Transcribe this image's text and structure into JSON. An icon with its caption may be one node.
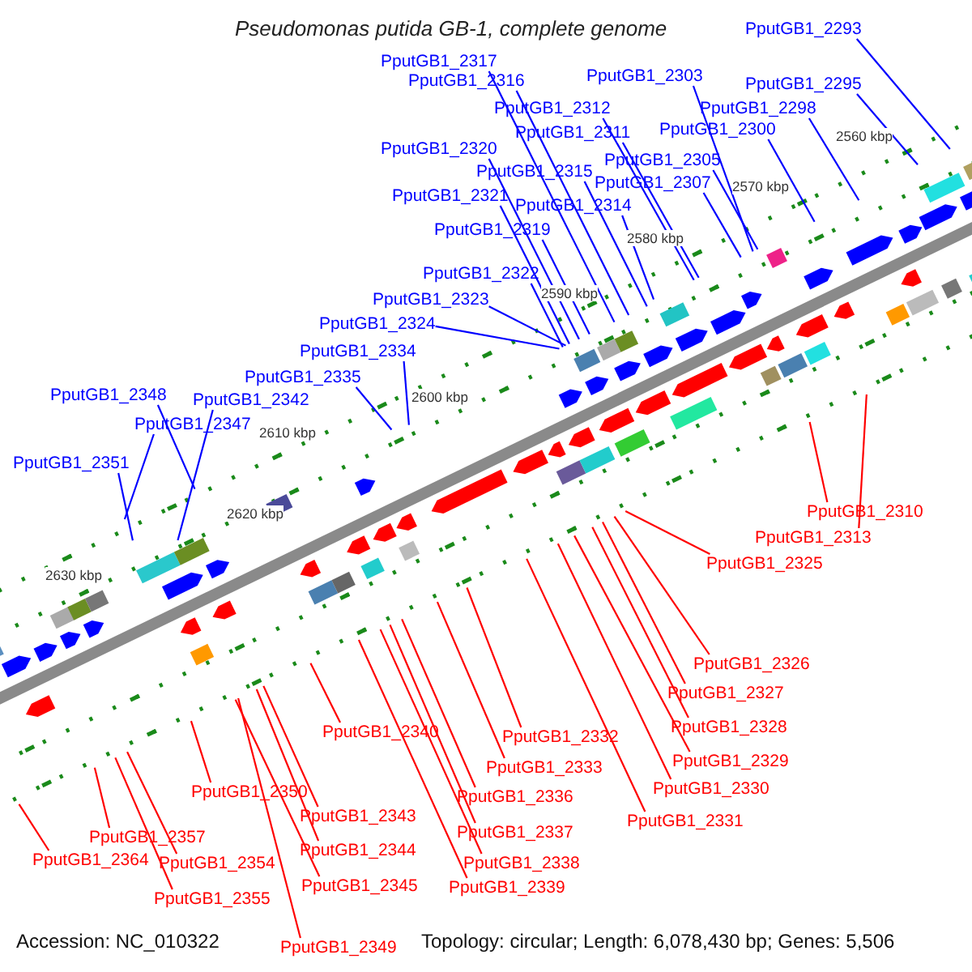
{
  "diagram": {
    "title": "Pseudomonas putida GB-1, complete genome",
    "nodes": [
      {
        "text": [
          "PputGB1_2293"
        ]
      },
      {
        "text": [
          "PputGB1_2317"
        ]
      },
      {
        "text": [
          "PputGB1_2316"
        ]
      },
      {
        "text": [
          "PputGB1_2303"
        ]
      },
      {
        "text": [
          "PputGB1_2295"
        ]
      },
      {
        "text": [
          "PputGB1_2312"
        ]
      },
      {
        "text": [
          "PputGB1_2298"
        ]
      },
      {
        "text": [
          "PputGB1_2311"
        ]
      },
      {
        "text": [
          "PputGB1_2300"
        ]
      },
      {
        "text": [
          "PputGB1_2320"
        ]
      },
      {
        "text": [
          "PputGB1_2305"
        ]
      },
      {
        "text": [
          "PputGB1_2315"
        ]
      },
      {
        "text": [
          "PputGB1_2307"
        ]
      },
      {
        "text": [
          "PputGB1_2321"
        ]
      },
      {
        "text": [
          "PputGB1_2314"
        ]
      },
      {
        "text": [
          "PputGB1_2319"
        ]
      },
      {
        "text": [
          "PputGB1_2322"
        ]
      },
      {
        "text": [
          "PputGB1_2323"
        ]
      },
      {
        "text": [
          "PputGB1_2324"
        ]
      },
      {
        "text": [
          "PputGB1_2334"
        ]
      },
      {
        "text": [
          "PputGB1_2335"
        ]
      },
      {
        "text": [
          "PputGB1_2348"
        ]
      },
      {
        "text": [
          "PputGB1_2342"
        ]
      },
      {
        "text": [
          "PputGB1_2347"
        ]
      },
      {
        "text": [
          "PputGB1_2351"
        ]
      },
      {
        "text": [
          "PputGB1_2310"
        ]
      },
      {
        "text": [
          "PputGB1_2313"
        ]
      },
      {
        "text": [
          "PputGB1_2325"
        ]
      },
      {
        "text": [
          "PputGB1_2326"
        ]
      },
      {
        "text": [
          "PputGB1_2327"
        ]
      },
      {
        "text": [
          "PputGB1_2328"
        ]
      },
      {
        "text": [
          "PputGB1_2340"
        ]
      },
      {
        "text": [
          "PputGB1_2332"
        ]
      },
      {
        "text": [
          "PputGB1_2329"
        ]
      },
      {
        "text": [
          "PputGB1_2333"
        ]
      },
      {
        "text": [
          "PputGB1_2330"
        ]
      },
      {
        "text": [
          "PputGB1_2350"
        ]
      },
      {
        "text": [
          "PputGB1_2336"
        ]
      },
      {
        "text": [
          "PputGB1_2343"
        ]
      },
      {
        "text": [
          "PputGB1_2331"
        ]
      },
      {
        "text": [
          "PputGB1_2337"
        ]
      },
      {
        "text": [
          "PputGB1_2357"
        ]
      },
      {
        "text": [
          "PputGB1_2364"
        ]
      },
      {
        "text": [
          "PputGB1_2354"
        ]
      },
      {
        "text": [
          "PputGB1_2344"
        ]
      },
      {
        "text": [
          "PputGB1_2338"
        ]
      },
      {
        "text": [
          "PputGB1_2345"
        ]
      },
      {
        "text": [
          "PputGB1_2339"
        ]
      },
      {
        "text": [
          "PputGB1_2355"
        ]
      },
      {
        "text": [
          "PputGB1_2349"
        ]
      }
    ],
    "edges": [
      {
        "from": 0,
        "to": null,
        "arrow": "none",
        "color": "#0000ff"
      },
      {
        "from": 1,
        "to": null,
        "arrow": "none",
        "color": "#0000ff"
      },
      {
        "from": 2,
        "to": null,
        "arrow": "none",
        "color": "#0000ff"
      },
      {
        "from": 3,
        "to": null,
        "arrow": "none",
        "color": "#0000ff"
      },
      {
        "from": 4,
        "to": null,
        "arrow": "none",
        "color": "#0000ff"
      },
      {
        "from": 5,
        "to": null,
        "arrow": "none",
        "color": "#0000ff"
      },
      {
        "from": 6,
        "to": null,
        "arrow": "none",
        "color": "#0000ff"
      },
      {
        "from": 7,
        "to": null,
        "arrow": "none",
        "color": "#0000ff"
      },
      {
        "from": 8,
        "to": null,
        "arrow": "none",
        "color": "#0000ff"
      },
      {
        "from": 9,
        "to": null,
        "arrow": "none",
        "color": "#0000ff"
      },
      {
        "from": 10,
        "to": null,
        "arrow": "none",
        "color": "#0000ff"
      },
      {
        "from": 11,
        "to": null,
        "arrow": "none",
        "color": "#0000ff"
      },
      {
        "from": 12,
        "to": null,
        "arrow": "none",
        "color": "#0000ff"
      },
      {
        "from": 13,
        "to": null,
        "arrow": "none",
        "color": "#0000ff"
      },
      {
        "from": 14,
        "to": null,
        "arrow": "none",
        "color": "#0000ff"
      },
      {
        "from": 15,
        "to": null,
        "arrow": "none",
        "color": "#0000ff"
      },
      {
        "from": 16,
        "to": null,
        "arrow": "none",
        "color": "#0000ff"
      },
      {
        "from": 17,
        "to": null,
        "arrow": "none",
        "color": "#0000ff"
      },
      {
        "from": 18,
        "to": null,
        "arrow": "none",
        "color": "#0000ff"
      },
      {
        "from": 19,
        "to": null,
        "arrow": "none",
        "color": "#0000ff"
      },
      {
        "from": 20,
        "to": null,
        "arrow": "none",
        "color": "#0000ff"
      },
      {
        "from": 21,
        "to": null,
        "arrow": "none",
        "color": "#0000ff"
      },
      {
        "from": 22,
        "to": null,
        "arrow": "none",
        "color": "#0000ff"
      },
      {
        "from": 23,
        "to": null,
        "arrow": "none",
        "color": "#0000ff"
      },
      {
        "from": 24,
        "to": null,
        "arrow": "none",
        "color": "#0000ff"
      },
      {
        "from": 25,
        "to": null,
        "arrow": "none",
        "color": "#ff0000"
      },
      {
        "from": 26,
        "to": null,
        "arrow": "none",
        "color": "#ff0000"
      },
      {
        "from": 27,
        "to": null,
        "arrow": "none",
        "color": "#ff0000"
      },
      {
        "from": 28,
        "to": null,
        "arrow": "none",
        "color": "#ff0000"
      },
      {
        "from": 29,
        "to": null,
        "arrow": "none",
        "color": "#ff0000"
      },
      {
        "from": 30,
        "to": null,
        "arrow": "none",
        "color": "#ff0000"
      },
      {
        "from": 31,
        "to": null,
        "arrow": "none",
        "color": "#ff0000"
      },
      {
        "from": 32,
        "to": null,
        "arrow": "none",
        "color": "#ff0000"
      },
      {
        "from": 33,
        "to": null,
        "arrow": "none",
        "color": "#ff0000"
      },
      {
        "from": 34,
        "to": null,
        "arrow": "none",
        "color": "#ff0000"
      },
      {
        "from": 35,
        "to": null,
        "arrow": "none",
        "color": "#ff0000"
      },
      {
        "from": 36,
        "to": null,
        "arrow": "none",
        "color": "#ff0000"
      },
      {
        "from": 37,
        "to": null,
        "arrow": "none",
        "color": "#ff0000"
      },
      {
        "from": 38,
        "to": null,
        "arrow": "none",
        "color": "#ff0000"
      },
      {
        "from": 39,
        "to": null,
        "arrow": "none",
        "color": "#ff0000"
      },
      {
        "from": 40,
        "to": null,
        "arrow": "none",
        "color": "#ff0000"
      },
      {
        "from": 41,
        "to": null,
        "arrow": "none",
        "color": "#ff0000"
      },
      {
        "from": 42,
        "to": null,
        "arrow": "none",
        "color": "#ff0000"
      },
      {
        "from": 43,
        "to": null,
        "arrow": "none",
        "color": "#ff0000"
      },
      {
        "from": 44,
        "to": null,
        "arrow": "none",
        "color": "#ff0000"
      },
      {
        "from": 45,
        "to": null,
        "arrow": "none",
        "color": "#ff0000"
      },
      {
        "from": 46,
        "to": null,
        "arrow": "none",
        "color": "#ff0000"
      },
      {
        "from": 47,
        "to": null,
        "arrow": "none",
        "color": "#ff0000"
      },
      {
        "from": 48,
        "to": null,
        "arrow": "none",
        "color": "#ff0000"
      },
      {
        "from": 49,
        "to": null,
        "arrow": "none",
        "color": "#ff0000"
      }
    ],
    "labels": [
      "2560 kbp",
      "2570 kbp",
      "2580 kbp",
      "2590 kbp",
      "2600 kbp",
      "2610 kbp",
      "2620 kbp",
      "2630 kbp",
      "Accession: NC_010322",
      "Topology: circular; Length: 6,078,430 bp; Genes: 5,506"
    ]
  }
}
